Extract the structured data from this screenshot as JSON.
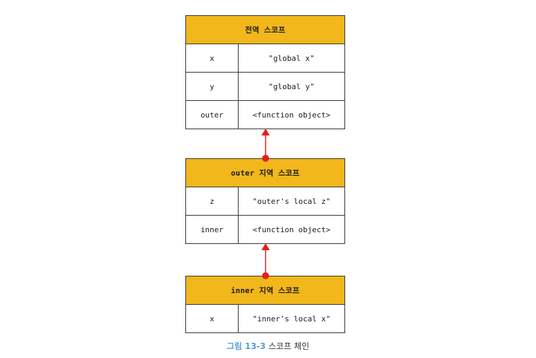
{
  "global_scope": {
    "title": "전역 스코프",
    "rows": [
      {
        "name": "x",
        "value": "\"global x\""
      },
      {
        "name": "y",
        "value": "\"global y\""
      },
      {
        "name": "outer",
        "value": "<function object>"
      }
    ]
  },
  "outer_scope": {
    "title": "outer 지역 스코프",
    "rows": [
      {
        "name": "z",
        "value": "\"outer's local z\""
      },
      {
        "name": "inner",
        "value": "<function object>"
      }
    ]
  },
  "inner_scope": {
    "title": "inner 지역 스코프",
    "rows": [
      {
        "name": "x",
        "value": "\"inner's local x\""
      }
    ]
  },
  "caption": {
    "figure_number": "그림 13-3",
    "text": "스코프 체인"
  },
  "colors": {
    "header_fill": "#f2b71a",
    "connector": "#e0201b",
    "figure_number": "#5b9bd5"
  }
}
